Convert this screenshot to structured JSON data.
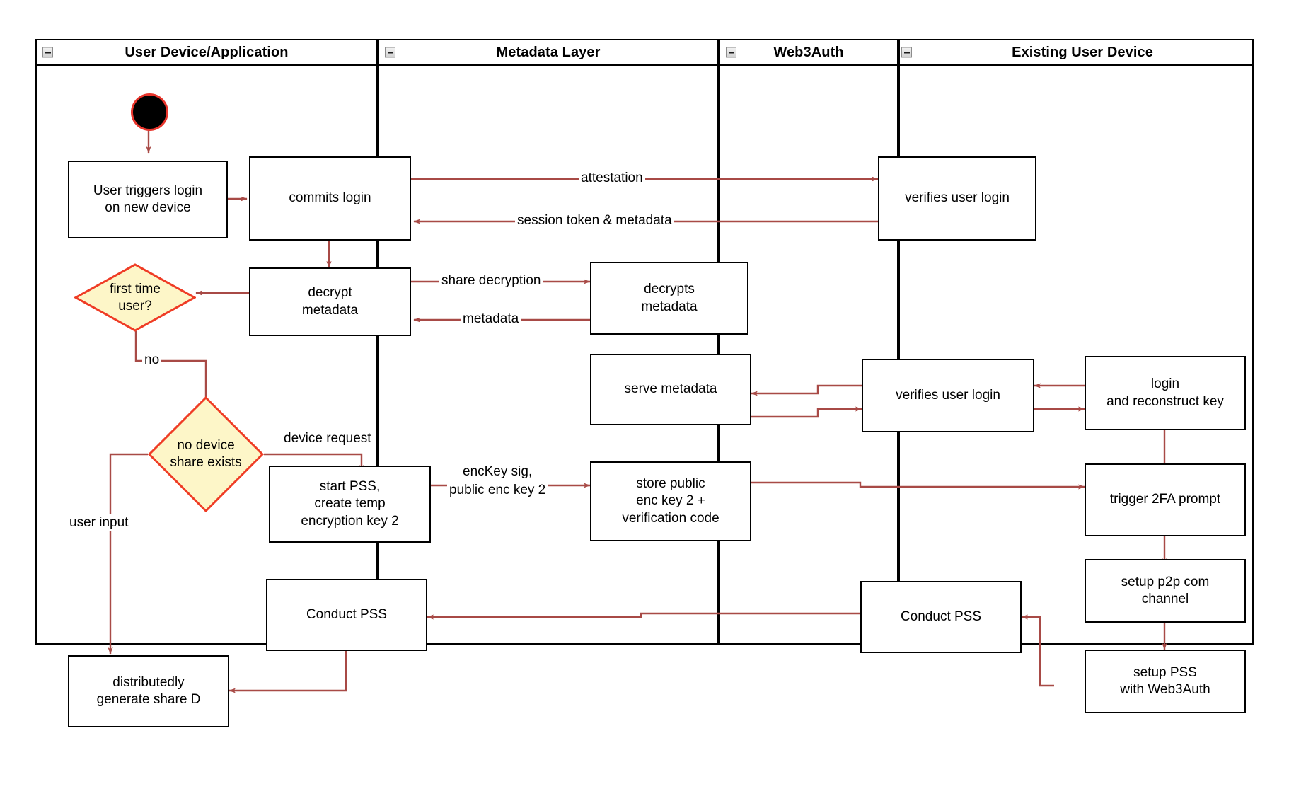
{
  "diagram": {
    "title": "Web3Auth new-device login activity diagram",
    "accent_arrow_color": "#a84a46",
    "decision_fill": "#fdf6c8",
    "decision_border": "#ef3c25",
    "node_border": "#000000",
    "lane_border": "#000000"
  },
  "lanes": [
    {
      "id": "user-device",
      "label": "User Device/Application"
    },
    {
      "id": "metadata-layer",
      "label": "Metadata Layer"
    },
    {
      "id": "web3auth",
      "label": "Web3Auth"
    },
    {
      "id": "existing-device",
      "label": "Existing User Device"
    }
  ],
  "nodes": {
    "start": {
      "label": ""
    },
    "user_triggers_login": {
      "line1": "User triggers login",
      "line2": "on new device"
    },
    "commits_login": {
      "label": "commits login"
    },
    "verifies_user_login_top": {
      "label": "verifies user login"
    },
    "decrypt_metadata": {
      "line1": "decrypt",
      "line2": "metadata"
    },
    "decrypts_metadata": {
      "line1": "decrypts",
      "line2": "metadata"
    },
    "first_time_user": {
      "line1": "first time",
      "line2": "user?"
    },
    "serve_metadata": {
      "label": "serve metadata"
    },
    "verifies_user_login_mid": {
      "label": "verifies user login"
    },
    "login_reconstruct_key": {
      "line1": "login",
      "line2": "and reconstruct key"
    },
    "no_device_share_exists": {
      "line1": "no device",
      "line2": "share exists"
    },
    "start_pss": {
      "line1": "start PSS,",
      "line2": "create temp",
      "line3": "encryption key 2"
    },
    "store_public_enc_key": {
      "line1": "store public",
      "line2": "enc key 2 +",
      "line3": "verification code"
    },
    "trigger_2fa": {
      "label": "trigger 2FA prompt"
    },
    "setup_p2p": {
      "line1": "setup p2p com",
      "line2": "channel"
    },
    "conduct_pss_user": {
      "label": "Conduct PSS"
    },
    "conduct_pss_web3auth": {
      "label": "Conduct PSS"
    },
    "setup_pss_web3auth": {
      "line1": "setup PSS",
      "line2": "with Web3Auth"
    },
    "distributedly_generate_share": {
      "line1": "distributedly",
      "line2": "generate share D"
    }
  },
  "edge_labels": {
    "attestation": "attestation",
    "session_token": "session token & metadata",
    "share_decryption": "share decryption",
    "metadata": "metadata",
    "no": "no",
    "device_request": "device request",
    "user_input": "user input",
    "enckey_sig": "encKey sig,\npublic enc key 2"
  },
  "icons": {
    "collapse": "collapse-minus-icon"
  }
}
